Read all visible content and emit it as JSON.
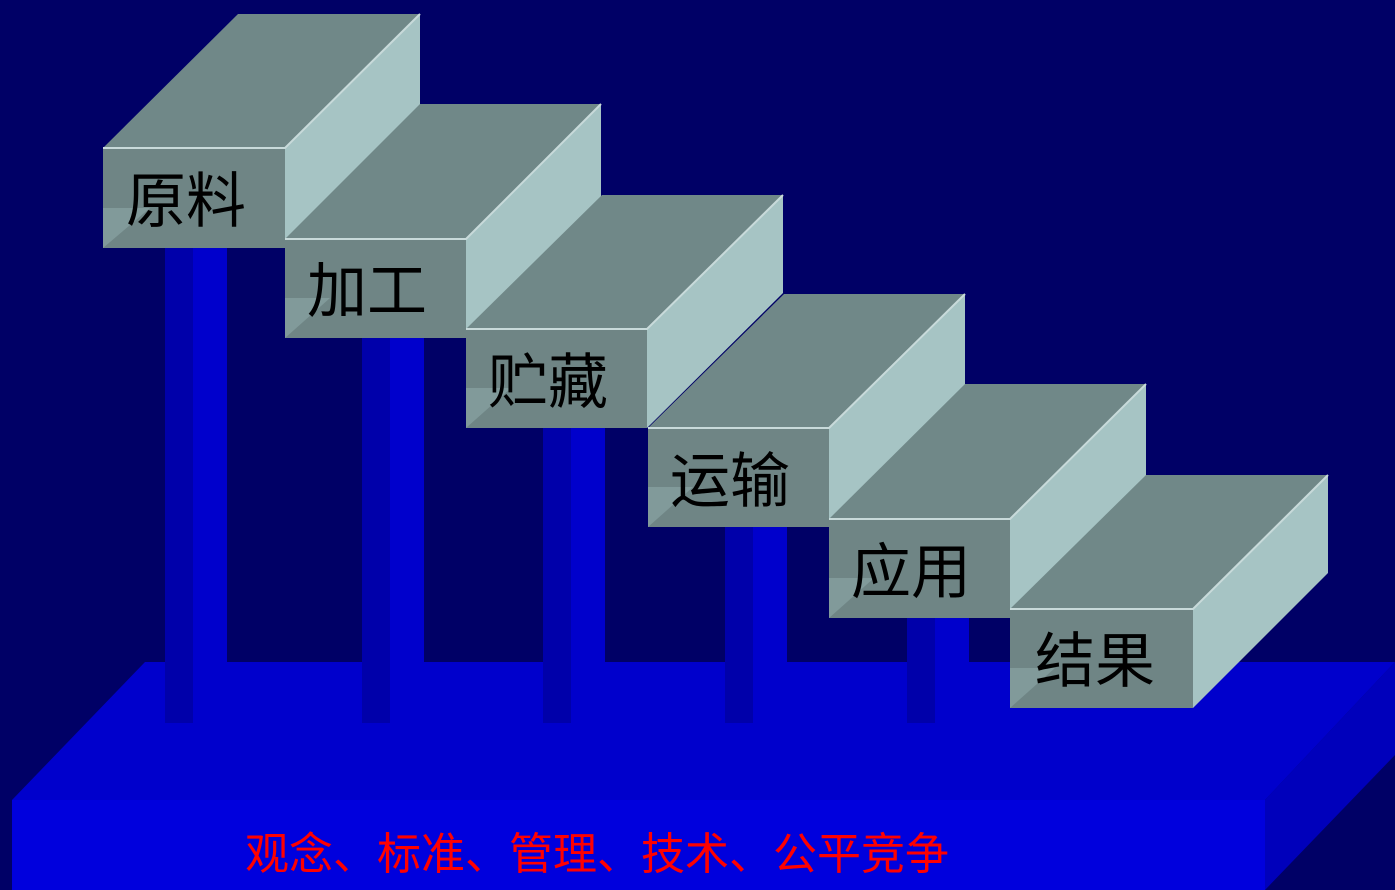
{
  "steps": [
    {
      "label": "原料"
    },
    {
      "label": "加工"
    },
    {
      "label": "贮藏"
    },
    {
      "label": "运输"
    },
    {
      "label": "应用"
    },
    {
      "label": "结果"
    }
  ],
  "base": {
    "label": "观念、标准、管理、技术、公平竞争"
  },
  "colors": {
    "background": "#000066",
    "base_top": "#0000cc",
    "base_front": "#0000dd",
    "base_side": "#0000bb",
    "pillar": "#0000cc",
    "pillar_dark": "#000099",
    "step_front": "#6f8585",
    "step_top": "#708888",
    "step_side": "#a6c4c4",
    "step_edge": "#c8dada",
    "step_label": "#000000",
    "base_label": "#ff0000"
  }
}
